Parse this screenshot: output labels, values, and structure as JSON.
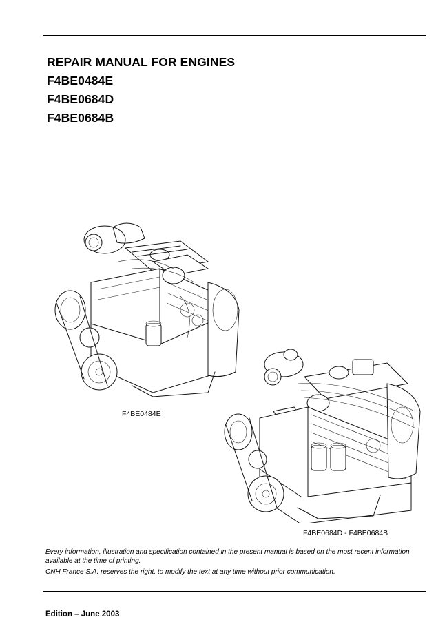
{
  "document": {
    "title_lines": [
      "REPAIR MANUAL FOR ENGINES",
      "F4BE0484E",
      "F4BE0684D",
      "F4BE0684B"
    ],
    "figures": [
      {
        "caption": "F4BE0484E",
        "icon": "engine-4-cylinder-illustration"
      },
      {
        "caption": "F4BE0684D - F4BE0684B",
        "icon": "engine-6-cylinder-illustration"
      }
    ],
    "disclaimer": [
      "Every information, illustration and specification contained in the present manual is based on the most recent information available at the time of printing.",
      "CNH France S.A. reserves the right, to modify the text at any time without prior communication."
    ],
    "edition": "Edition – June 2003"
  }
}
